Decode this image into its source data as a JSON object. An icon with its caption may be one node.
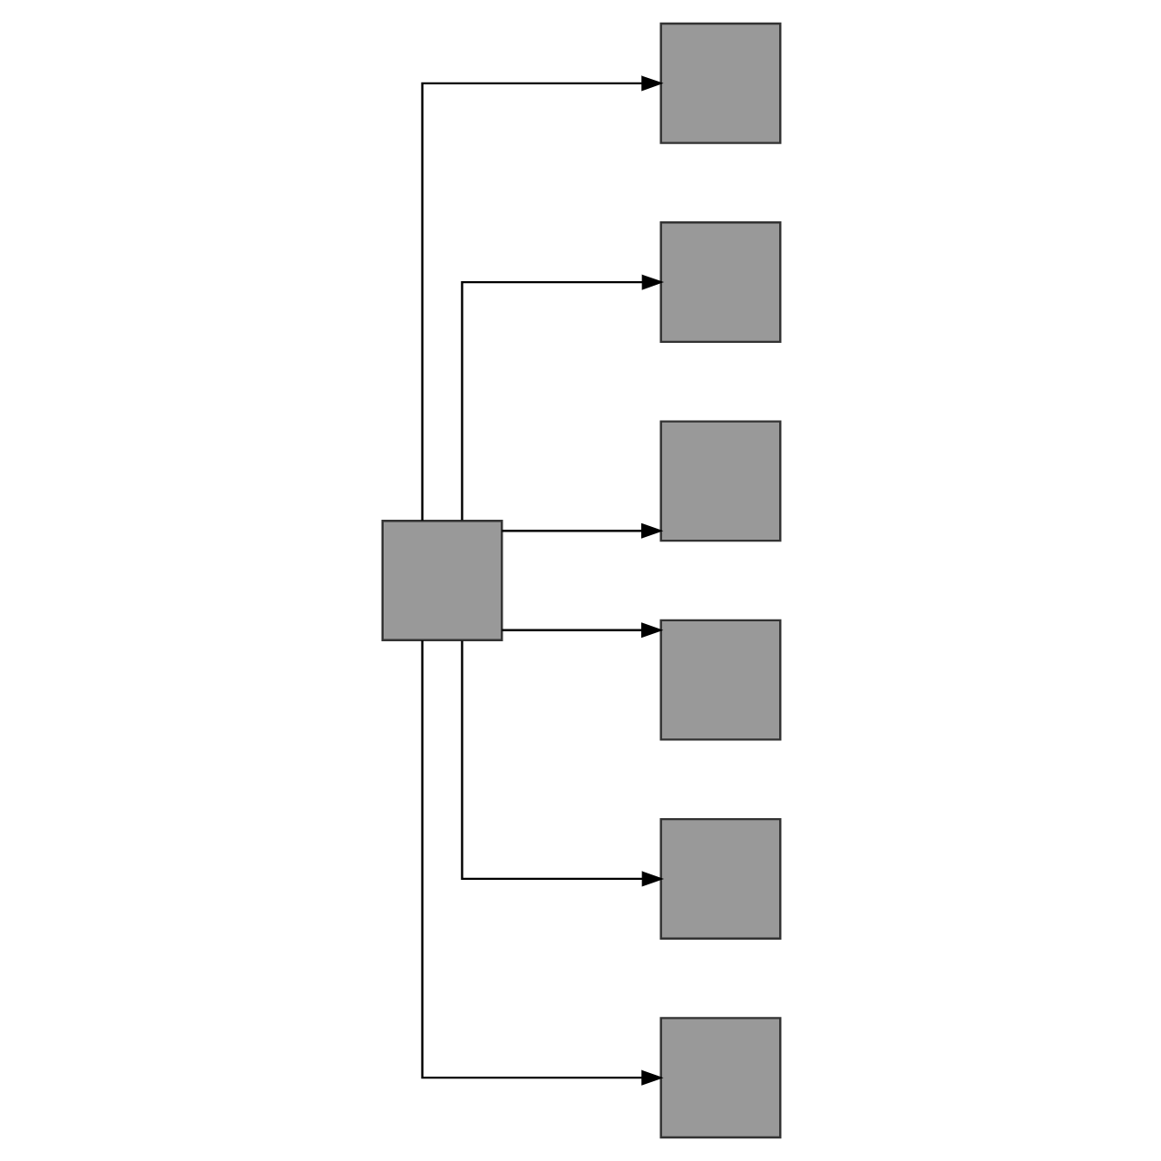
{
  "diagram": {
    "nodes": [
      {
        "text": [],
        "shape": "box"
      },
      {
        "text": [],
        "shape": "box"
      },
      {
        "text": [],
        "shape": "box"
      },
      {
        "text": [],
        "shape": "box"
      },
      {
        "text": [],
        "shape": "box"
      },
      {
        "text": [],
        "shape": "box"
      },
      {
        "text": [],
        "shape": "box"
      }
    ],
    "edges": [
      {
        "from": 3,
        "to": 0,
        "arrow": "to"
      },
      {
        "from": 3,
        "to": 1,
        "arrow": "to"
      },
      {
        "from": 3,
        "to": 2,
        "arrow": "to"
      },
      {
        "from": 3,
        "to": 4,
        "arrow": "to"
      },
      {
        "from": 3,
        "to": 5,
        "arrow": "to"
      },
      {
        "from": 3,
        "to": 6,
        "arrow": "to"
      }
    ]
  }
}
